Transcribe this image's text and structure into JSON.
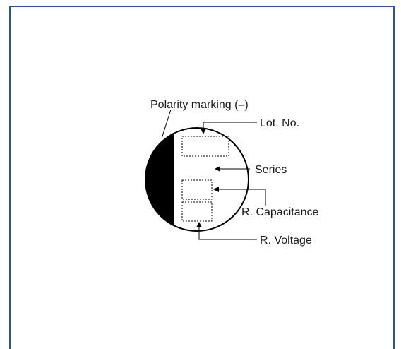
{
  "labels": {
    "polarity": "Polarity marking (–)",
    "lot": "Lot. No.",
    "series": "Series",
    "capacitance": "R. Capacitance",
    "voltage": "R. Voltage"
  },
  "colors": {
    "frame_border": "#1f5aa0",
    "ink": "#000000",
    "text": "#1a1a1a"
  }
}
